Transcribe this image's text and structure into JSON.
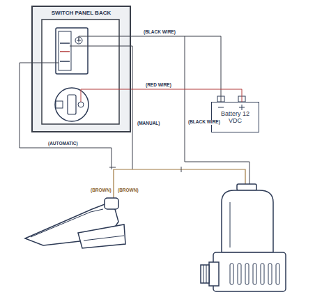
{
  "diagram": {
    "nodes": [
      {
        "text": [
          "SWITCH PANEL BACK"
        ]
      },
      {
        "text": [
          "Battery 12 VDC"
        ]
      }
    ],
    "edges": [
      {
        "from": 0,
        "to": 1,
        "label": "(BLACK WIRE)",
        "arrow": "none"
      },
      {
        "from": 0,
        "to": 1,
        "label": "(RED WIRE)",
        "arrow": "none"
      }
    ],
    "labels": [
      "(MANUAL)",
      "(BLACK WIRE)",
      "(AUTOMATIC)",
      "(BROWN)",
      "(BROWN)"
    ]
  }
}
